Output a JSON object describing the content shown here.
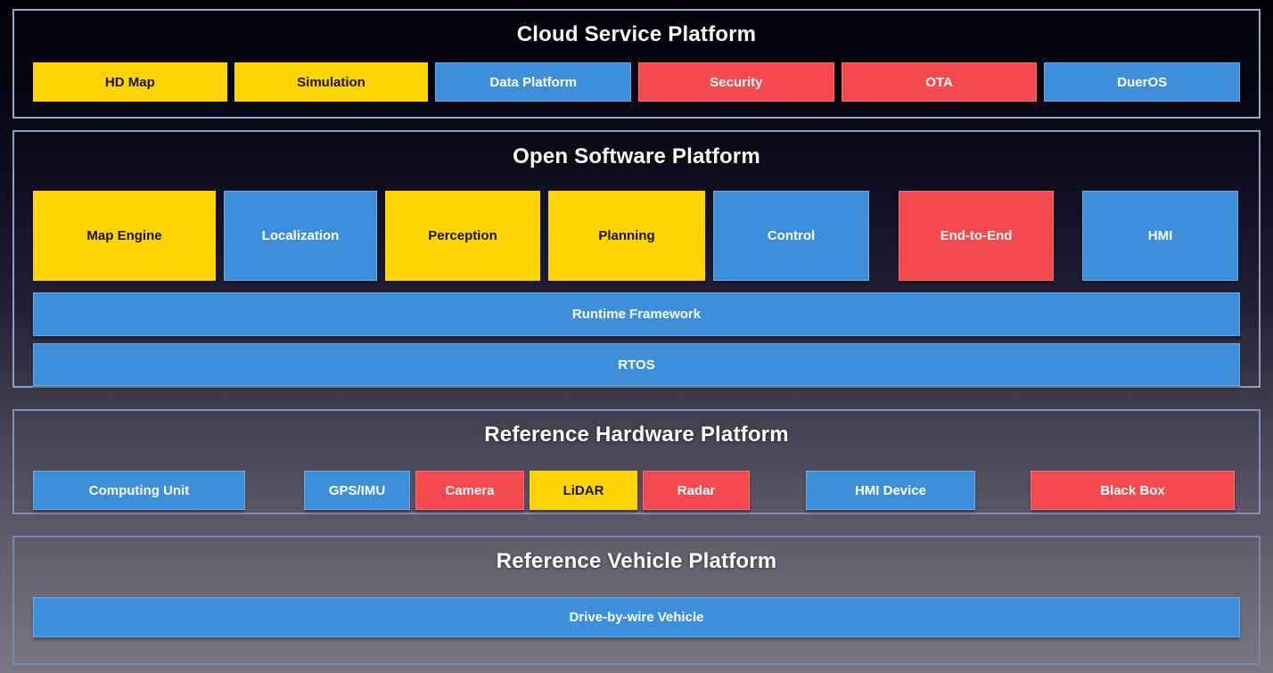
{
  "palette": {
    "yellow": "#FFD400",
    "blue": "#3D8FDB",
    "red": "#F4494E"
  },
  "sections": [
    {
      "id": "cloud-service-platform",
      "title": "Cloud Service Platform",
      "boxes": [
        {
          "label": "HD Map",
          "color": "yellow"
        },
        {
          "label": "Simulation",
          "color": "yellow"
        },
        {
          "label": "Data Platform",
          "color": "blue"
        },
        {
          "label": "Security",
          "color": "red"
        },
        {
          "label": "OTA",
          "color": "red"
        },
        {
          "label": "DuerOS",
          "color": "blue"
        }
      ]
    },
    {
      "id": "open-software-platform",
      "title": "Open Software Platform",
      "boxes": [
        {
          "label": "Map Engine",
          "color": "yellow"
        },
        {
          "label": "Localization",
          "color": "blue"
        },
        {
          "label": "Perception",
          "color": "yellow"
        },
        {
          "label": "Planning",
          "color": "yellow"
        },
        {
          "label": "Control",
          "color": "blue"
        },
        {
          "label": "End-to-End",
          "color": "red"
        },
        {
          "label": "HMI",
          "color": "blue"
        }
      ],
      "bars": [
        {
          "label": "Runtime Framework",
          "color": "blue"
        },
        {
          "label": "RTOS",
          "color": "blue"
        }
      ]
    },
    {
      "id": "reference-hardware-platform",
      "title": "Reference Hardware Platform",
      "boxes": [
        {
          "label": "Computing Unit",
          "color": "blue"
        },
        {
          "label": "GPS/IMU",
          "color": "blue"
        },
        {
          "label": "Camera",
          "color": "red"
        },
        {
          "label": "LiDAR",
          "color": "yellow"
        },
        {
          "label": "Radar",
          "color": "red"
        },
        {
          "label": "HMI Device",
          "color": "blue"
        },
        {
          "label": "Black Box",
          "color": "red"
        }
      ]
    },
    {
      "id": "reference-vehicle-platform",
      "title": "Reference Vehicle Platform",
      "bars": [
        {
          "label": "Drive-by-wire Vehicle",
          "color": "blue"
        }
      ]
    }
  ]
}
